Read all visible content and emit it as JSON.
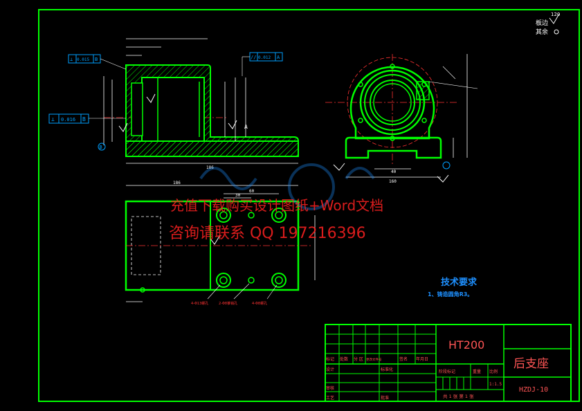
{
  "roughness": {
    "top_value": "120",
    "line1": "板边",
    "line2": "其余"
  },
  "tolerance_frames": [
    {
      "symbol": "⊥",
      "value": "0.015",
      "datum": "B"
    },
    {
      "symbol": "//",
      "value": "0.012",
      "datum": "A"
    },
    {
      "symbol": "⊥",
      "value": "0.016",
      "datum": "B"
    }
  ],
  "datums": [
    "B",
    "A"
  ],
  "dims": {
    "front_total": "186",
    "top_total": "186",
    "pitch_a": "60",
    "pitch_b": "30",
    "side_total": "160",
    "side_inner": "40"
  },
  "hole_callouts": [
    "4-Φ13螺孔",
    "2-Φ8锥销孔",
    "4-Φ8螺孔"
  ],
  "watermark": {
    "line1": "充值下载购买设计图纸+Word文档",
    "line2": "咨询请联系 QQ 197216396"
  },
  "tech": {
    "title": "技术要求",
    "item1": "1、铸造圆角R3。"
  },
  "title_block": {
    "material": "HT200",
    "part_name": "后支座",
    "drawing_no": "HZDJ-10",
    "scale": "1:1.5",
    "labels": {
      "mark": "标记",
      "count": "处数",
      "zone": "分 区",
      "change_doc": "更改文件号",
      "sign": "签名",
      "date": "年月日",
      "design": "设计",
      "standard": "标准化",
      "review": "审核",
      "process": "工艺",
      "approve": "批准",
      "stage": "阶段标记",
      "weight": "重量",
      "ratio": "比例",
      "sheets": "共 1 张   第 1 张"
    }
  }
}
